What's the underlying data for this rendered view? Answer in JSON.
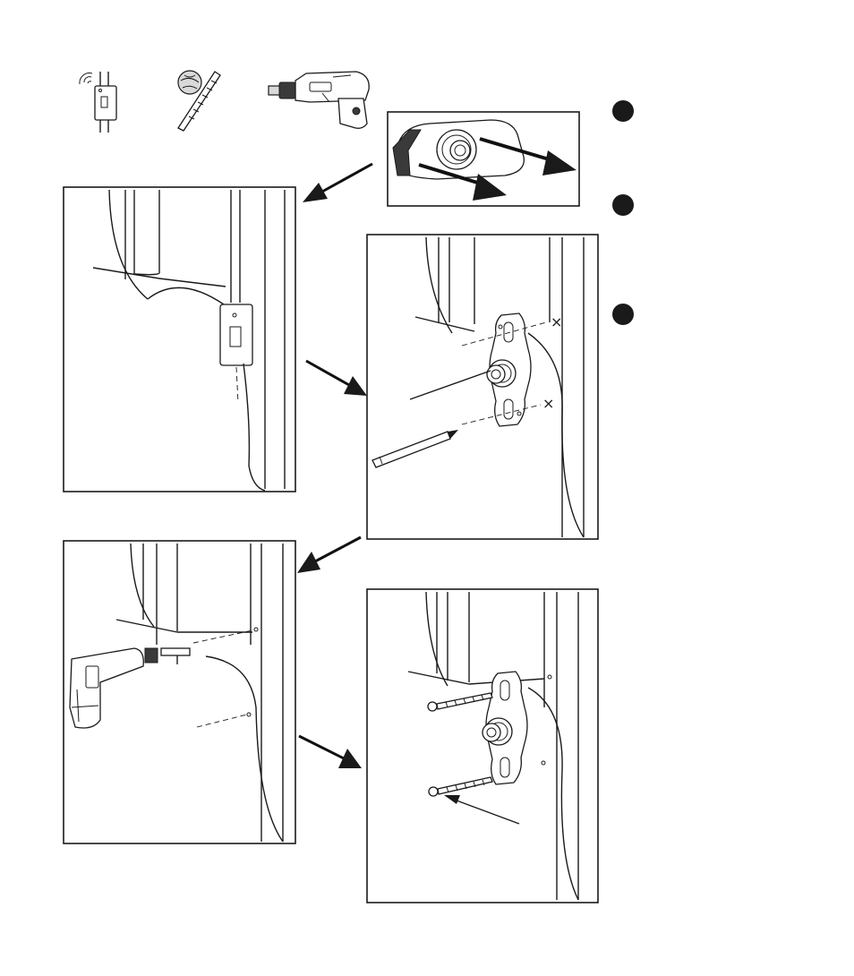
{
  "steps": {
    "markers": [
      {
        "id": "step-1",
        "color": "#111111"
      },
      {
        "id": "step-2",
        "color": "#111111"
      },
      {
        "id": "step-3",
        "color": "#111111"
      }
    ]
  },
  "tools": [
    {
      "name": "wall-switch-tool",
      "icon": "door-control-icon"
    },
    {
      "name": "drill-bit-tool",
      "icon": "drill-bit-icon"
    },
    {
      "name": "power-drill-tool",
      "icon": "power-drill-icon"
    }
  ],
  "marks": {
    "x_mark": "×"
  },
  "colors": {
    "ink": "#1a1a1a",
    "paper": "#ffffff"
  }
}
